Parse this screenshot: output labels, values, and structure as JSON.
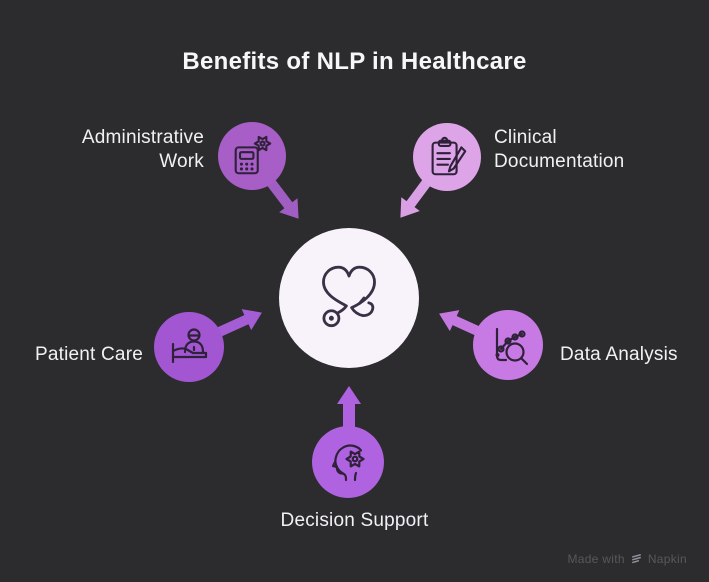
{
  "title": "Benefits of NLP in Healthcare",
  "center_node": {
    "icon": "heart-stethoscope-icon",
    "color": "#f8f3fb"
  },
  "nodes": [
    {
      "id": "administrative-work",
      "lines": [
        "Administrative",
        "Work"
      ],
      "icon": "calculator-gear-icon",
      "circle_color": "#a75ec6",
      "arrow_color": "#a05dc2"
    },
    {
      "id": "clinical-documentation",
      "lines": [
        "Clinical",
        "Documentation"
      ],
      "icon": "clipboard-pencil-icon",
      "circle_color": "#dda4e8",
      "arrow_color": "#d9a0e6"
    },
    {
      "id": "patient-care",
      "lines": [
        "Patient Care"
      ],
      "icon": "patient-bed-icon",
      "circle_color": "#a356d2",
      "arrow_color": "#a55dd6"
    },
    {
      "id": "data-analysis",
      "lines": [
        "Data Analysis"
      ],
      "icon": "chart-magnifier-icon",
      "circle_color": "#c77ae3",
      "arrow_color": "#c478e0"
    },
    {
      "id": "decision-support",
      "lines": [
        "Decision Support"
      ],
      "icon": "head-gear-icon",
      "circle_color": "#af63e0",
      "arrow_color": "#ae62e0"
    }
  ],
  "watermark": {
    "prefix": "Made with",
    "brand": "Napkin"
  },
  "background_color": "#2c2c2e",
  "title_color": "#f7f6f8",
  "label_color": "#f2f0f4",
  "icon_stroke_color": "#2f2139"
}
